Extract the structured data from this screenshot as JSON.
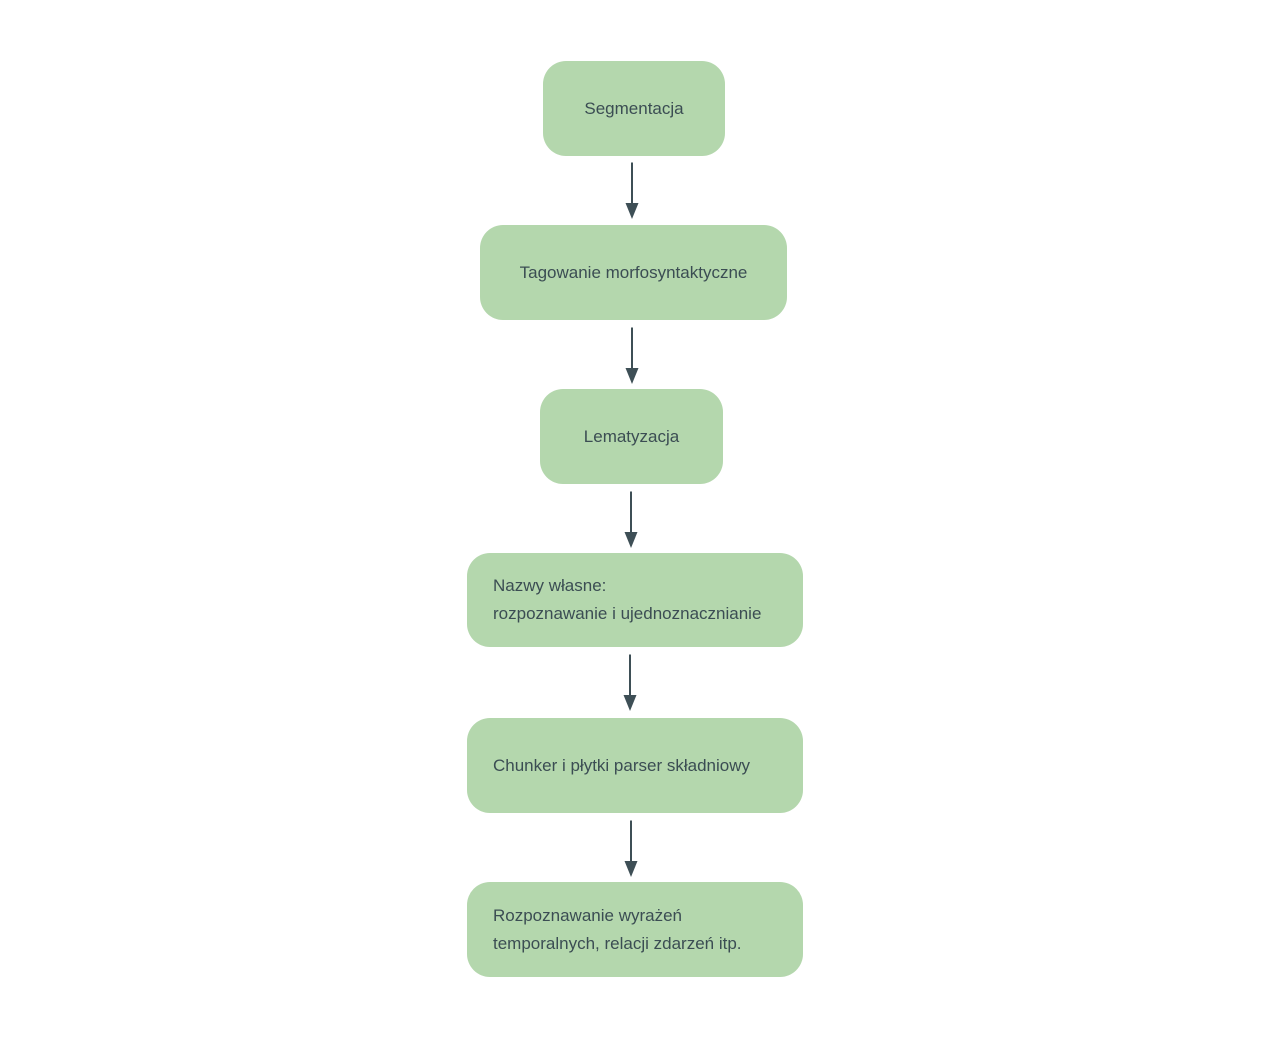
{
  "diagram": {
    "type": "flowchart",
    "direction": "top-down",
    "background": "#ffffff",
    "node_fill": "#b4d7ad",
    "node_text_color": "#3b4d53",
    "arrow_color": "#3e4f56",
    "nodes": [
      {
        "id": "segmentacja",
        "label": "Segmentacja"
      },
      {
        "id": "tagowanie",
        "label": "Tagowanie morfosyntaktyczne"
      },
      {
        "id": "lematyzacja",
        "label": "Lematyzacja"
      },
      {
        "id": "nazwy-wlasne",
        "line1": "Nazwy własne:",
        "line2": "rozpoznawanie i ujednoznacznianie"
      },
      {
        "id": "chunker",
        "label": "Chunker i płytki parser składniowy"
      },
      {
        "id": "temporalne",
        "line1": "Rozpoznawanie wyrażeń",
        "line2": "temporalnych, relacji zdarzeń itp."
      }
    ],
    "edges": [
      {
        "from": "segmentacja",
        "to": "tagowanie"
      },
      {
        "from": "tagowanie",
        "to": "lematyzacja"
      },
      {
        "from": "lematyzacja",
        "to": "nazwy-wlasne"
      },
      {
        "from": "nazwy-wlasne",
        "to": "chunker"
      },
      {
        "from": "chunker",
        "to": "temporalne"
      }
    ]
  }
}
